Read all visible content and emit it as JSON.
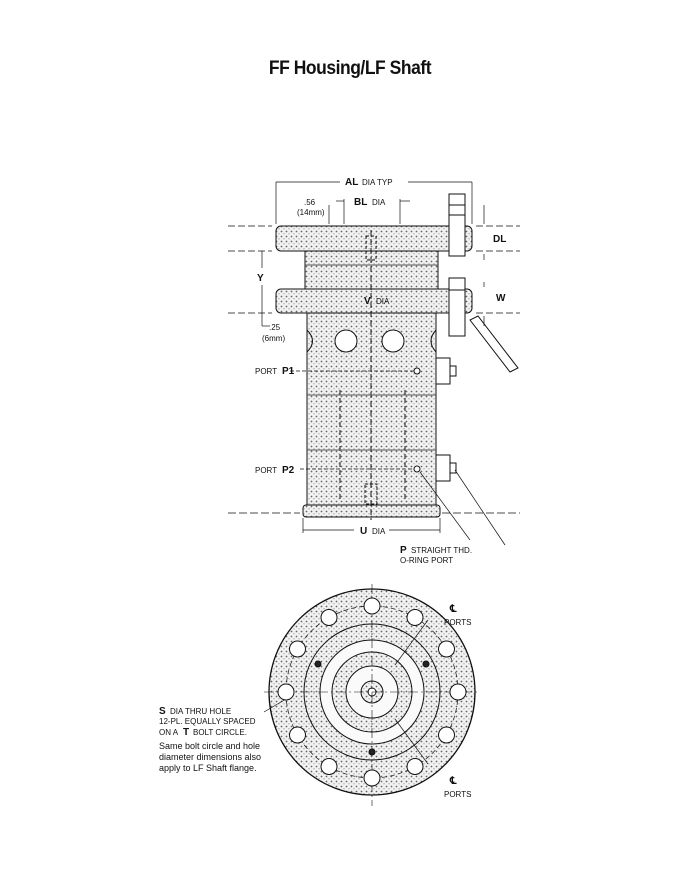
{
  "title": "FF Housing/LF Shaft",
  "side_view": {
    "dim_al": {
      "code": "AL",
      "text": "DIA TYP"
    },
    "dim_56": {
      "line1": ".56",
      "line2": "(14mm)"
    },
    "dim_bl": {
      "code": "BL",
      "text": "DIA"
    },
    "dim_dl": "DL",
    "dim_y": "Y",
    "dim_v": {
      "code": "V",
      "text": "DIA"
    },
    "dim_w": "W",
    "dim_25": {
      "line1": ".25",
      "line2": "(6mm)"
    },
    "port_p1": {
      "text": "PORT",
      "code": "P1"
    },
    "port_p2": {
      "text": "PORT",
      "code": "P2"
    },
    "dim_u": {
      "code": "U",
      "text": "DIA"
    },
    "port_p": {
      "code": "P",
      "text": "STRAIGHT THD.",
      "line2": "O-RING PORT"
    }
  },
  "end_view": {
    "ports_top": {
      "symbol": "℄",
      "text": "PORTS"
    },
    "ports_bottom": {
      "symbol": "℄",
      "text": "PORTS"
    },
    "hole_note": {
      "code_s": "S",
      "line1_rest": "DIA THRU HOLE",
      "line2": "12-PL. EQUALLY SPACED",
      "line3_pre": "ON A",
      "code_t": "T",
      "line3_post": "BOLT CIRCLE."
    },
    "flange_note": [
      "Same bolt circle and hole",
      "diameter dimensions also",
      "apply to LF Shaft flange."
    ]
  }
}
